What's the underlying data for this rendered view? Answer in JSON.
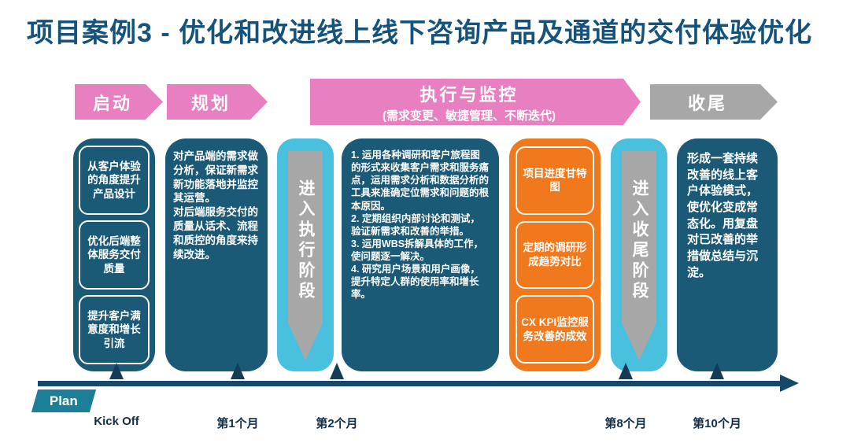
{
  "slide": {
    "title": "项目案例3 - 优化和改进线上线下咨询产品及通道的交付体验优化"
  },
  "colors": {
    "title_text": "#15537b",
    "phase_pink": "#e77fc1",
    "phase_gray": "#a7a7a7",
    "dark_teal_box": "#1a5a76",
    "cyan_transition": "#49c1de",
    "orange_box": "#f0791e",
    "timeline": "#15486b",
    "plan_tag": "#1b7f98"
  },
  "phases": {
    "initiation": {
      "label": "启动"
    },
    "planning": {
      "label": "规划"
    },
    "execution": {
      "label": "执行与监控",
      "subtitle": "(需求变更、敏捷管理、不断迭代)"
    },
    "closing": {
      "label": "收尾"
    }
  },
  "initiation_box": {
    "items": [
      "从客户体验的角度提升产品设计",
      "优化后端整体服务交付质量",
      "提升客户满意度和增长引流"
    ]
  },
  "planning_box": {
    "text": "对产品端的需求做分析，保证新需求新功能落地并监控其运营。\n对后端服务交付的质量从话术、流程和质控的角度来持续改进。"
  },
  "transition_execution": {
    "label": "进入执行阶段"
  },
  "execution_box": {
    "text": "1. 运用各种调研和客户旅程图的形式来收集客户需求和服务痛点，运用需求分析和数据分析的工具来准确定位需求和问题的根本原因。\n2. 定期组织内部讨论和测试，验证新需求和改善的举措。\n3. 运用WBS拆解具体的工作，使问题逐一解决。\n4. 研究用户场景和用户画像，提升特定人群的使用率和增长率。"
  },
  "monitoring_box": {
    "items": [
      "项目进度甘特图",
      "定期的调研形成趋势对比",
      "CX KPI监控服务改善的成效"
    ]
  },
  "transition_closing": {
    "label": "进入收尾阶段"
  },
  "closing_box": {
    "text": "形成一套持续改善的线上客户体验模式，使优化变成常态化。用复盘对已改善的举措做总结与沉淀。"
  },
  "timeline": {
    "plan_label": "Plan",
    "milestones": [
      "Kick Off",
      "第1个月",
      "第2个月",
      "第8个月",
      "第10个月"
    ]
  }
}
